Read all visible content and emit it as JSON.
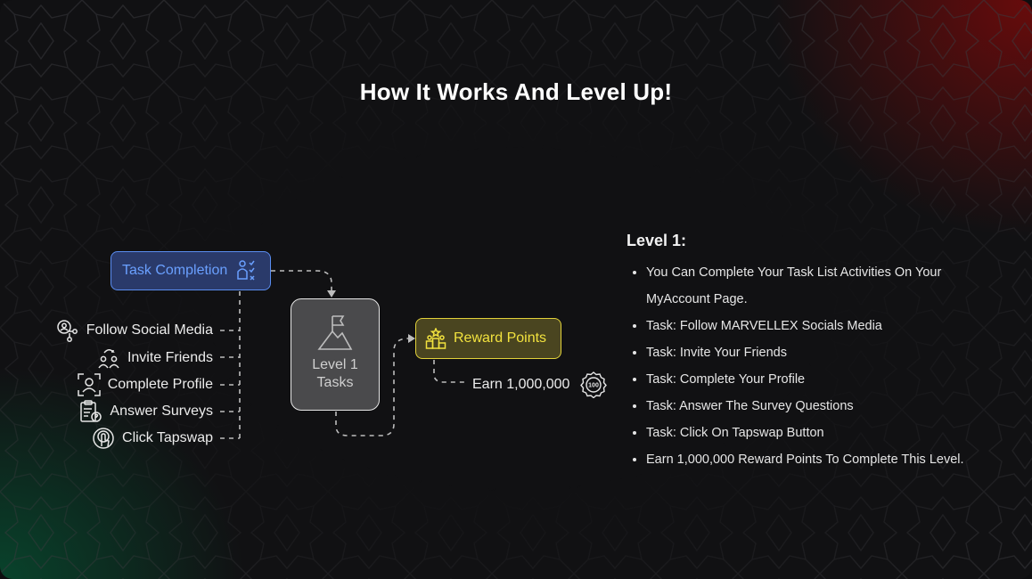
{
  "title": "How It Works And Level Up!",
  "flow": {
    "task_completion": {
      "label": "Task Completion",
      "icon": "task-checklist-person-icon",
      "color": "#6aa0ff"
    },
    "level_box": {
      "line1": "Level 1",
      "line2": "Tasks",
      "icon": "mountain-flag-icon"
    },
    "reward": {
      "label": "Reward Points",
      "icon": "podium-star-icon",
      "color": "#f2e23e"
    },
    "earn": {
      "label": "Earn 1,000,000",
      "icon": "badge-100-icon"
    },
    "items": [
      {
        "label": "Follow Social Media",
        "icon": "social-share-icon"
      },
      {
        "label": "Invite Friends",
        "icon": "invite-friends-icon"
      },
      {
        "label": "Complete Profile",
        "icon": "profile-scan-icon"
      },
      {
        "label": "Answer Surveys",
        "icon": "survey-clipboard-icon"
      },
      {
        "label": "Click Tapswap",
        "icon": "tap-finger-icon"
      }
    ]
  },
  "level": {
    "heading": "Level 1:",
    "bullets": [
      "You Can Complete Your Task List Activities On Your MyAccount Page.",
      "Task: Follow MARVELLEX Socials Media",
      "Task: Invite Your Friends",
      "Task: Complete Your Profile",
      "Task: Answer The Survey Questions",
      "Task: Click On Tapswap Button",
      "Earn 1,000,000 Reward Points To Complete This Level."
    ]
  },
  "colors": {
    "accent_blue": "#5a8df0",
    "accent_yellow": "#e2d23a",
    "bg_red": "#780a0a",
    "bg_green": "#08462d"
  }
}
